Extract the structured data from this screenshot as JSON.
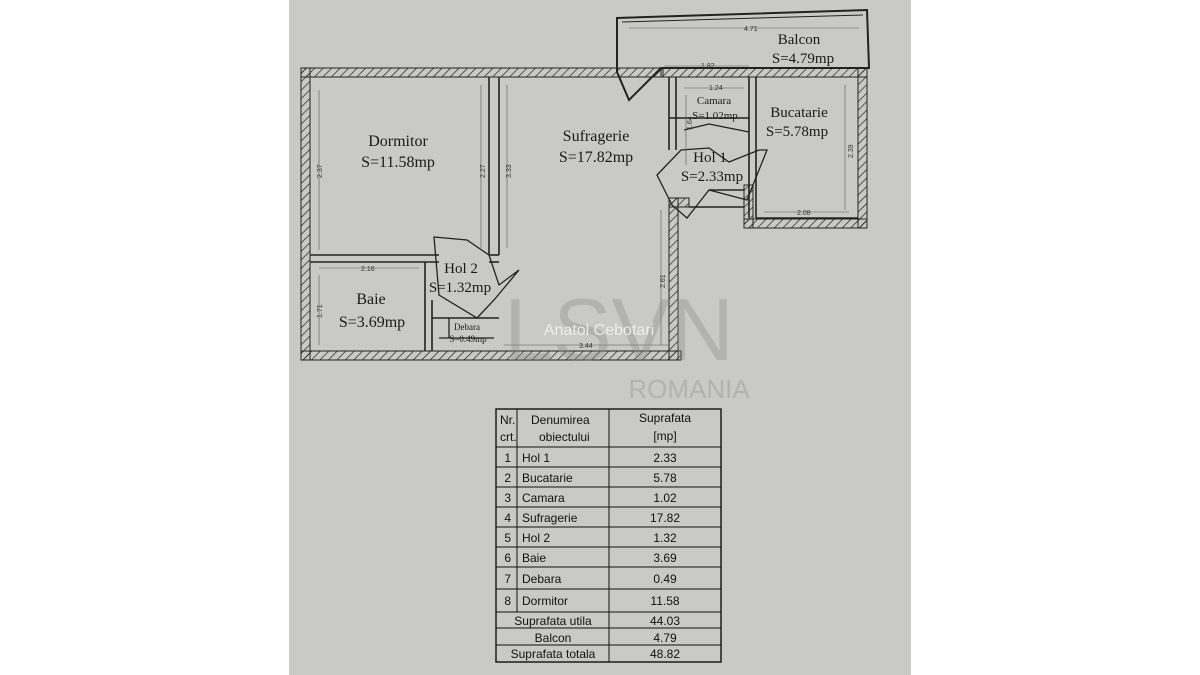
{
  "rooms": {
    "balcon": {
      "name": "Balcon",
      "area": "S=4.79mp"
    },
    "camara": {
      "name": "Camara",
      "area": "S=1.02mp"
    },
    "bucatarie": {
      "name": "Bucatarie",
      "area": "S=5.78mp"
    },
    "dormitor": {
      "name": "Dormitor",
      "area": "S=11.58mp"
    },
    "sufragerie": {
      "name": "Sufragerie",
      "area": "S=17.82mp"
    },
    "hol1": {
      "name": "Hol 1",
      "area": "S=2.33mp"
    },
    "hol2": {
      "name": "Hol 2",
      "area": "S=1.32mp"
    },
    "baie": {
      "name": "Baie",
      "area": "S=3.69mp"
    },
    "debara": {
      "name": "Debara",
      "area": "S=0.49mp"
    }
  },
  "dimensions": {
    "balcon_width": "4.71",
    "top_182": "1.82",
    "camara_124": "1.24",
    "camara_164": "1.64",
    "dormitor_237": "2.37",
    "dormitor_227": "2.27",
    "wall_333": "3.33",
    "baie_216": "2.16",
    "baie_171": "1.71",
    "bucatarie_239": "2.39",
    "bucatarie_208": "2.08",
    "suf_261": "2.61",
    "suf_344": "3.44"
  },
  "watermark": {
    "author": "Anatol Cebotari",
    "logo": "LSVN",
    "sub": "ROMANIA"
  },
  "table": {
    "headers": {
      "nr1": "Nr.",
      "nr2": "crt.",
      "name1": "Denumirea",
      "name2": "obiectului",
      "area1": "Suprafata",
      "area2": "[mp]"
    },
    "rows": [
      {
        "nr": "1",
        "name": "Hol 1",
        "area": "2.33"
      },
      {
        "nr": "2",
        "name": "Bucatarie",
        "area": "5.78"
      },
      {
        "nr": "3",
        "name": "Camara",
        "area": "1.02"
      },
      {
        "nr": "4",
        "name": "Sufragerie",
        "area": "17.82"
      },
      {
        "nr": "5",
        "name": "Hol 2",
        "area": "1.32"
      },
      {
        "nr": "6",
        "name": "Baie",
        "area": "3.69"
      },
      {
        "nr": "7",
        "name": "Debara",
        "area": "0.49"
      },
      {
        "nr": "8",
        "name": "Dormitor",
        "area": "11.58"
      }
    ],
    "totals": [
      {
        "label": "Suprafata utila",
        "value": "44.03"
      },
      {
        "label": "Balcon",
        "value": "4.79"
      },
      {
        "label": "Suprafata totala",
        "value": "48.82"
      }
    ]
  }
}
